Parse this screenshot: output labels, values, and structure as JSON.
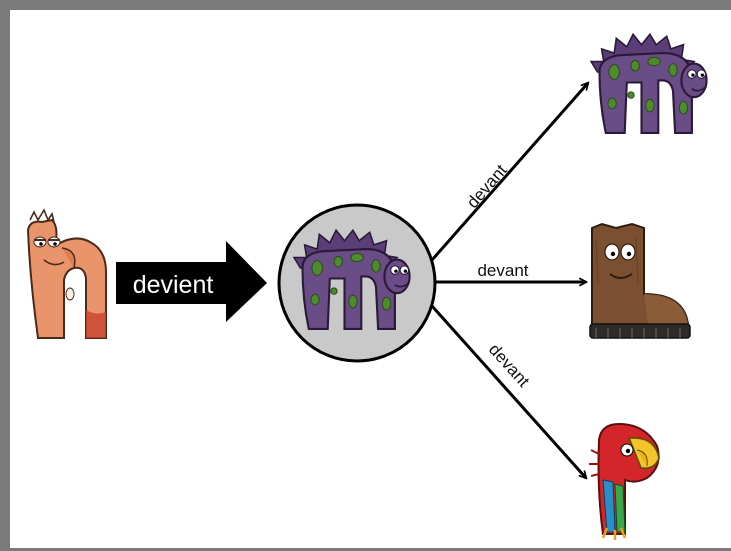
{
  "diagram": {
    "main_arrow_label": "devient",
    "branches": [
      {
        "label": "devant",
        "target": "purple dinosaur letter m"
      },
      {
        "label": "devant",
        "target": "brown boot letter b"
      },
      {
        "label": "devant",
        "target": "red parrot letter p"
      }
    ],
    "source_character": "orange letter n",
    "center_character": "purple dinosaur letter m in gray circle"
  },
  "colors": {
    "frame": "#7a7a7a",
    "circle_fill": "#c9c9c9",
    "arrow": "#000000",
    "dino_body": "#6a4c86",
    "dino_spots": "#4f8a2e",
    "boot": "#7a5030",
    "parrot_red": "#d4262a",
    "n_orange": "#e9946a"
  }
}
